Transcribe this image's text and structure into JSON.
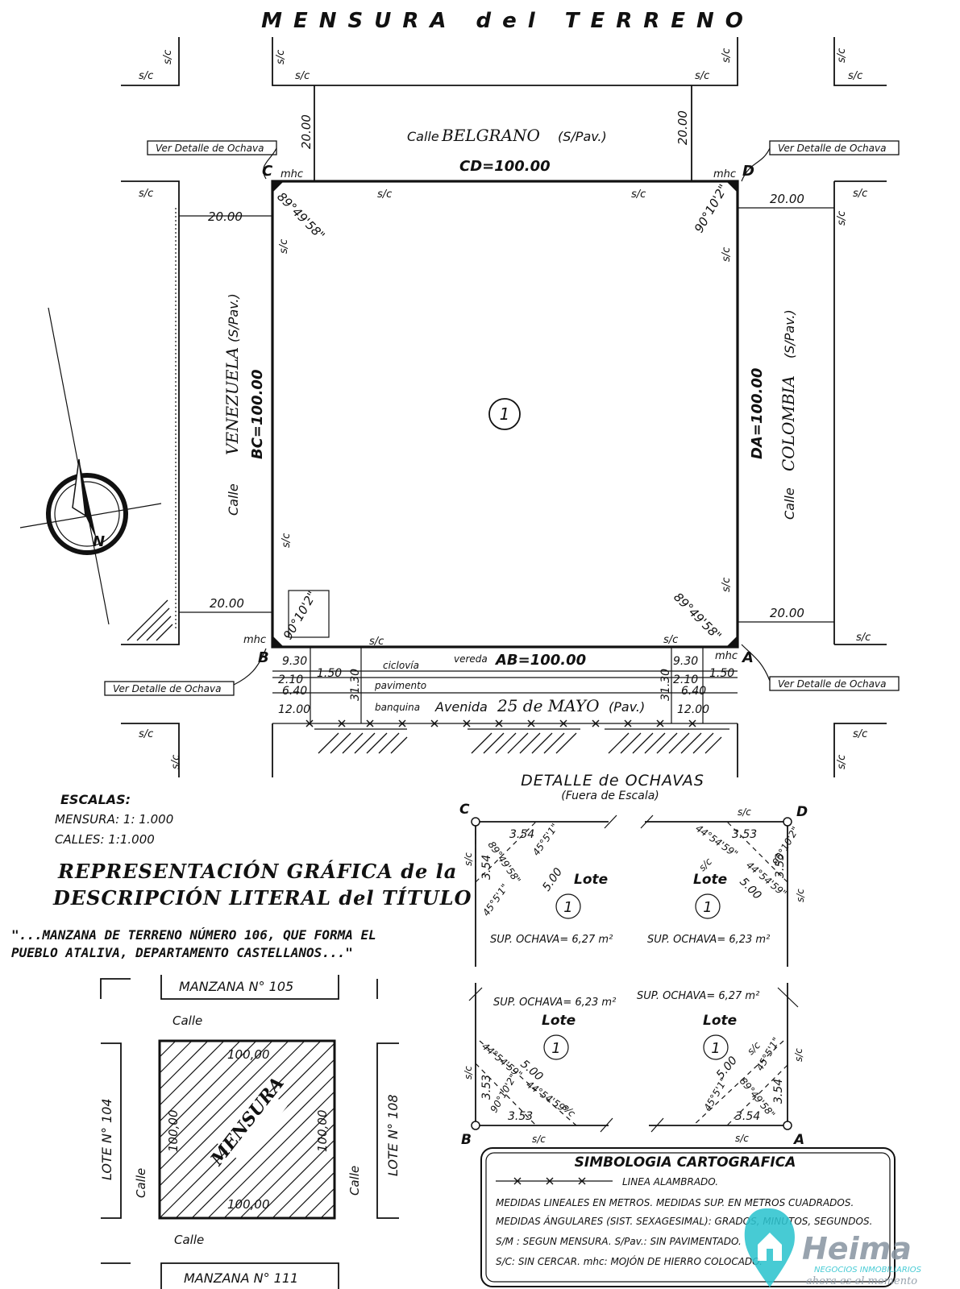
{
  "title": "MENSURA del TERRENO",
  "streets": {
    "north": {
      "prefix": "Calle",
      "name": "BELGRANO",
      "note": "(S/Pav.)"
    },
    "west": {
      "prefix": "Calle",
      "name": "VENEZUELA",
      "note": "(S/Pav.)"
    },
    "east": {
      "prefix": "Calle",
      "name": "COLOMBIA",
      "note": "(S/Pav.)"
    },
    "south": {
      "prefix": "Avenida",
      "name": "25 de MAYO",
      "note": "(Pav.)"
    }
  },
  "sides": {
    "CD": "CD=100.00",
    "BC": "BC=100.00",
    "DA": "DA=100.00",
    "AB": "AB=100.00"
  },
  "corners": {
    "A": "A",
    "B": "B",
    "C": "C",
    "D": "D"
  },
  "angles": {
    "C": "89°49'58\"",
    "D": "90°10'2\"",
    "B": "90°10'2\"",
    "A": "89°49'58\""
  },
  "dims": {
    "street_width": "20.00",
    "av_9": "9.30",
    "av_210": "2.10",
    "av_640": "6.40",
    "av_1200": "12.00",
    "av_150": "1.50",
    "av_3130": "31.30"
  },
  "av_labels": {
    "ciclovia": "ciclovía",
    "vereda": "vereda",
    "pavimento": "pavimento",
    "banquina": "banquina"
  },
  "sc": "s/c",
  "mhc": "mhc",
  "ver_detalle": "Ver Detalle de Ochava",
  "lot_number": "1",
  "escalas": {
    "title": "ESCALAS:",
    "mensura": "MENSURA: 1: 1.000",
    "calles": "CALLES:   1:1.000"
  },
  "representacion": {
    "line1": "REPRESENTACIÓN GRÁFICA de la",
    "line2": "DESCRIPCIÓN LITERAL del TÍTULO"
  },
  "quote": {
    "line1": "\"...MANZANA DE TERRENO NÚMERO 106, QUE FORMA EL",
    "line2": "PUEBLO ATALIVA, DEPARTAMENTO CASTELLANOS...\""
  },
  "location": {
    "manzana_n": "MANZANA N° 105",
    "manzana_s": "MANZANA N° 111",
    "lote_w": "LOTE N° 104",
    "lote_e": "LOTE N° 108",
    "calle": "Calle",
    "mensura": "MENSURA",
    "side": "100,00"
  },
  "ochavas": {
    "title": "DETALLE de OCHAVAS",
    "subtitle": "(Fuera de Escala)",
    "lote": "Lote",
    "sup_627": "SUP. OCHAVA= 6,27 m²",
    "sup_623": "SUP. OCHAVA= 6,23 m²",
    "d354": "3.54",
    "d353": "3.53",
    "d500": "5.00",
    "a_c": "89°49'58\"",
    "a_45_51": "45°5'1\"",
    "a_44": "44°54'59\"",
    "a_90": "90°10'2\""
  },
  "simbologia": {
    "title": "SIMBOLOGIA CARTOGRAFICA",
    "linea": "LINEA ALAMBRADO.",
    "l1": "MEDIDAS LINEALES EN METROS.  MEDIDAS SUP. EN METROS CUADRADOS.",
    "l2": "MEDIDAS ÁNGULARES (SIST. SEXAGESIMAL): GRADOS, MINUTOS, SEGUNDOS.",
    "l3": "S/M : SEGUN MENSURA.  S/Pav.: SIN PAVIMENTADO.",
    "l4": "S/C: SIN CERCAR.  mhc: MOJÓN DE HIERRO COLOCADO."
  },
  "logo": {
    "name": "Heima",
    "tag": "NEGOCIOS INMOBILIARIOS",
    "slogan": "ahora es el momento",
    "accent": "#2ec4cf"
  },
  "north": {
    "label": "N"
  }
}
